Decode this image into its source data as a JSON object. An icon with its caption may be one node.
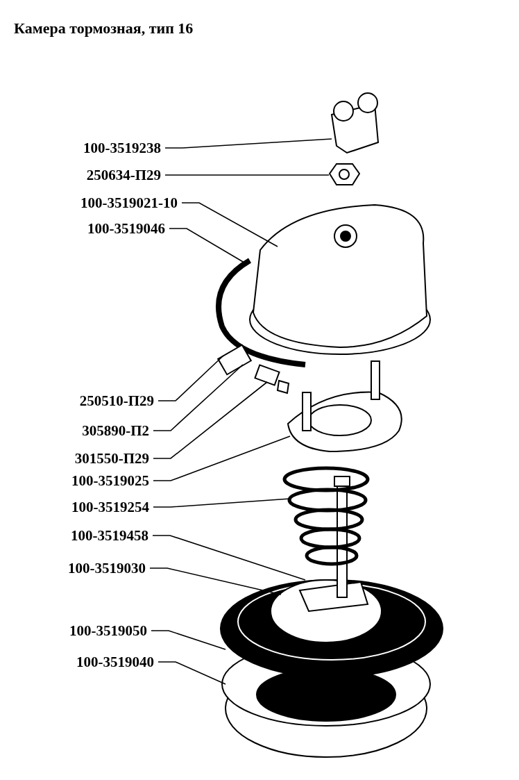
{
  "diagram": {
    "title": "Камера тормозная, тип 16",
    "nodes": [
      {
        "text": [
          "100-3519238"
        ]
      },
      {
        "text": [
          "250634-П29"
        ]
      },
      {
        "text": [
          "100-3519021-10"
        ]
      },
      {
        "text": [
          "100-3519046"
        ]
      },
      {
        "text": [
          "250510-П29"
        ]
      },
      {
        "text": [
          "305890-П2"
        ]
      },
      {
        "text": [
          "301550-П29"
        ]
      },
      {
        "text": [
          "100-3519025"
        ]
      },
      {
        "text": [
          "100-3519254"
        ]
      },
      {
        "text": [
          "100-3519458"
        ]
      },
      {
        "text": [
          "100-3519030"
        ]
      },
      {
        "text": [
          "100-3519050"
        ]
      },
      {
        "text": [
          "100-3519040"
        ]
      }
    ],
    "edges": [
      {
        "from": 0,
        "to": null,
        "arrow": "none"
      },
      {
        "from": 1,
        "to": null,
        "arrow": "none"
      },
      {
        "from": 2,
        "to": null,
        "arrow": "none"
      },
      {
        "from": 3,
        "to": null,
        "arrow": "none"
      },
      {
        "from": 4,
        "to": null,
        "arrow": "none"
      },
      {
        "from": 5,
        "to": null,
        "arrow": "none"
      },
      {
        "from": 6,
        "to": null,
        "arrow": "none"
      },
      {
        "from": 7,
        "to": null,
        "arrow": "none"
      },
      {
        "from": 8,
        "to": null,
        "arrow": "none"
      },
      {
        "from": 9,
        "to": null,
        "arrow": "none"
      },
      {
        "from": 10,
        "to": null,
        "arrow": "none"
      },
      {
        "from": 11,
        "to": null,
        "arrow": "none"
      },
      {
        "from": 12,
        "to": null,
        "arrow": "none"
      }
    ]
  }
}
